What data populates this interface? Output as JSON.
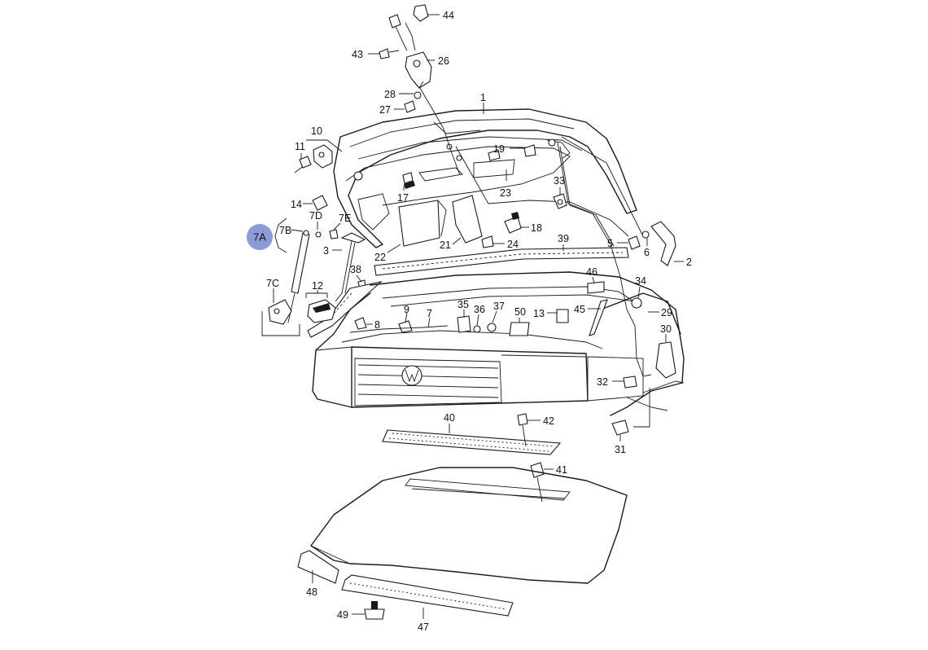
{
  "highlight": {
    "label": "7A",
    "color": "#8e9ad6"
  },
  "callouts": [
    {
      "id": "44",
      "label": "44"
    },
    {
      "id": "43",
      "label": "43"
    },
    {
      "id": "26",
      "label": "26"
    },
    {
      "id": "28",
      "label": "28"
    },
    {
      "id": "27",
      "label": "27"
    },
    {
      "id": "1",
      "label": "1"
    },
    {
      "id": "10",
      "label": "10"
    },
    {
      "id": "11",
      "label": "11"
    },
    {
      "id": "19",
      "label": "19"
    },
    {
      "id": "33",
      "label": "33"
    },
    {
      "id": "23",
      "label": "23"
    },
    {
      "id": "17",
      "label": "17"
    },
    {
      "id": "14",
      "label": "14"
    },
    {
      "id": "7D",
      "label": "7D"
    },
    {
      "id": "7E",
      "label": "7E"
    },
    {
      "id": "7B",
      "label": "7B"
    },
    {
      "id": "18",
      "label": "18"
    },
    {
      "id": "5",
      "label": "5"
    },
    {
      "id": "6",
      "label": "6"
    },
    {
      "id": "2",
      "label": "2"
    },
    {
      "id": "3",
      "label": "3"
    },
    {
      "id": "21",
      "label": "21"
    },
    {
      "id": "24",
      "label": "24"
    },
    {
      "id": "22",
      "label": "22"
    },
    {
      "id": "39",
      "label": "39"
    },
    {
      "id": "38",
      "label": "38"
    },
    {
      "id": "46",
      "label": "46"
    },
    {
      "id": "34",
      "label": "34"
    },
    {
      "id": "7C",
      "label": "7C"
    },
    {
      "id": "12",
      "label": "12"
    },
    {
      "id": "9",
      "label": "9"
    },
    {
      "id": "7",
      "label": "7"
    },
    {
      "id": "35",
      "label": "35"
    },
    {
      "id": "36",
      "label": "36"
    },
    {
      "id": "37",
      "label": "37"
    },
    {
      "id": "50",
      "label": "50"
    },
    {
      "id": "13",
      "label": "13"
    },
    {
      "id": "45",
      "label": "45"
    },
    {
      "id": "29",
      "label": "29"
    },
    {
      "id": "8",
      "label": "8"
    },
    {
      "id": "30",
      "label": "30"
    },
    {
      "id": "32",
      "label": "32"
    },
    {
      "id": "40",
      "label": "40"
    },
    {
      "id": "42",
      "label": "42"
    },
    {
      "id": "41",
      "label": "41"
    },
    {
      "id": "31",
      "label": "31"
    },
    {
      "id": "48",
      "label": "48"
    },
    {
      "id": "49",
      "label": "49"
    },
    {
      "id": "47",
      "label": "47"
    }
  ]
}
